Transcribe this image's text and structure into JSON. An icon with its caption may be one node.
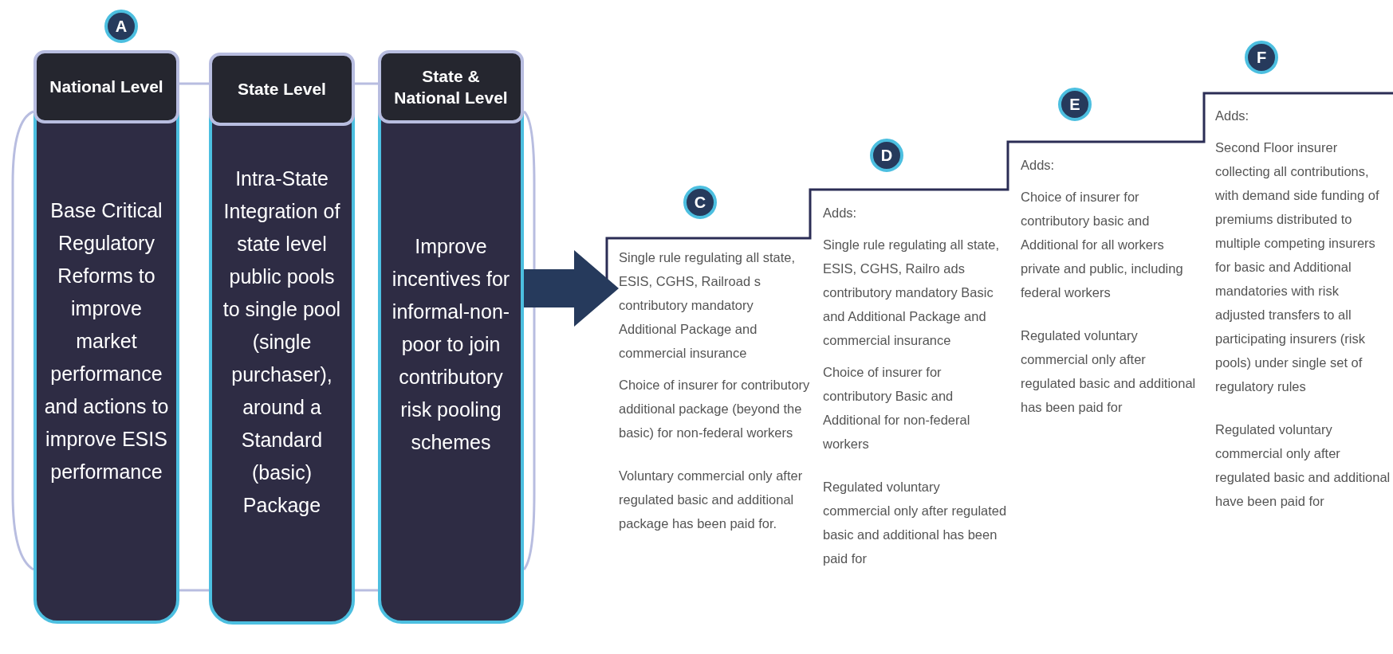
{
  "diagram": {
    "nodes": [
      {
        "text": [
          "A"
        ]
      },
      {
        "text": [
          "National Level",
          "Base Critical Regulatory Reforms to improve market performance and actions to improve ESIS performance"
        ]
      },
      {
        "text": [
          "State Level",
          "Intra-State Integration of state level public pools to single pool (single purchaser), around a Standard (basic) Package"
        ]
      },
      {
        "text": [
          "State & National Level",
          "Improve incentives for informal-non-poor to join contributory risk pooling schemes"
        ]
      },
      {
        "text": [
          "C"
        ]
      },
      {
        "text": [
          "Single rule regulating all state, ESIS, CGHS, Railroad s contributory mandatory Additional Package and commercial insurance",
          "Choice of insurer for contributory additional package (beyond the basic) for non-federal workers",
          "Voluntary commercial only after regulated basic and additional package has been paid for."
        ]
      },
      {
        "text": [
          "D"
        ]
      },
      {
        "text": [
          "Adds:",
          "Single rule regulating all state, ESIS, CGHS, Railro ads contributory mandatory Basic and Additional Package and commercial insurance",
          "Choice of insurer for contributory Basic and Additional for non-federal workers",
          "Regulated voluntary commercial only after regulated basic and additional has been paid for"
        ]
      },
      {
        "text": [
          "E"
        ]
      },
      {
        "text": [
          "Adds:",
          "Choice of insurer for contributory basic and Additional for all workers private and public, including federal workers",
          "Regulated voluntary commercial only after regulated basic and additional has been paid for"
        ]
      },
      {
        "text": [
          "F"
        ]
      },
      {
        "text": [
          "Adds:",
          "Second Floor insurer collecting all contributions, with demand side funding of premiums distributed to multiple competing insurers for basic and Additional mandatories with risk adjusted transfers to all participating insurers (risk pools) under single set of regulatory rules",
          "Regulated voluntary commercial only after regulated basic and additional have been paid for"
        ]
      }
    ],
    "edges": [
      {
        "from": 3,
        "to": 5,
        "arrow": "to",
        "style": "thick"
      }
    ]
  }
}
